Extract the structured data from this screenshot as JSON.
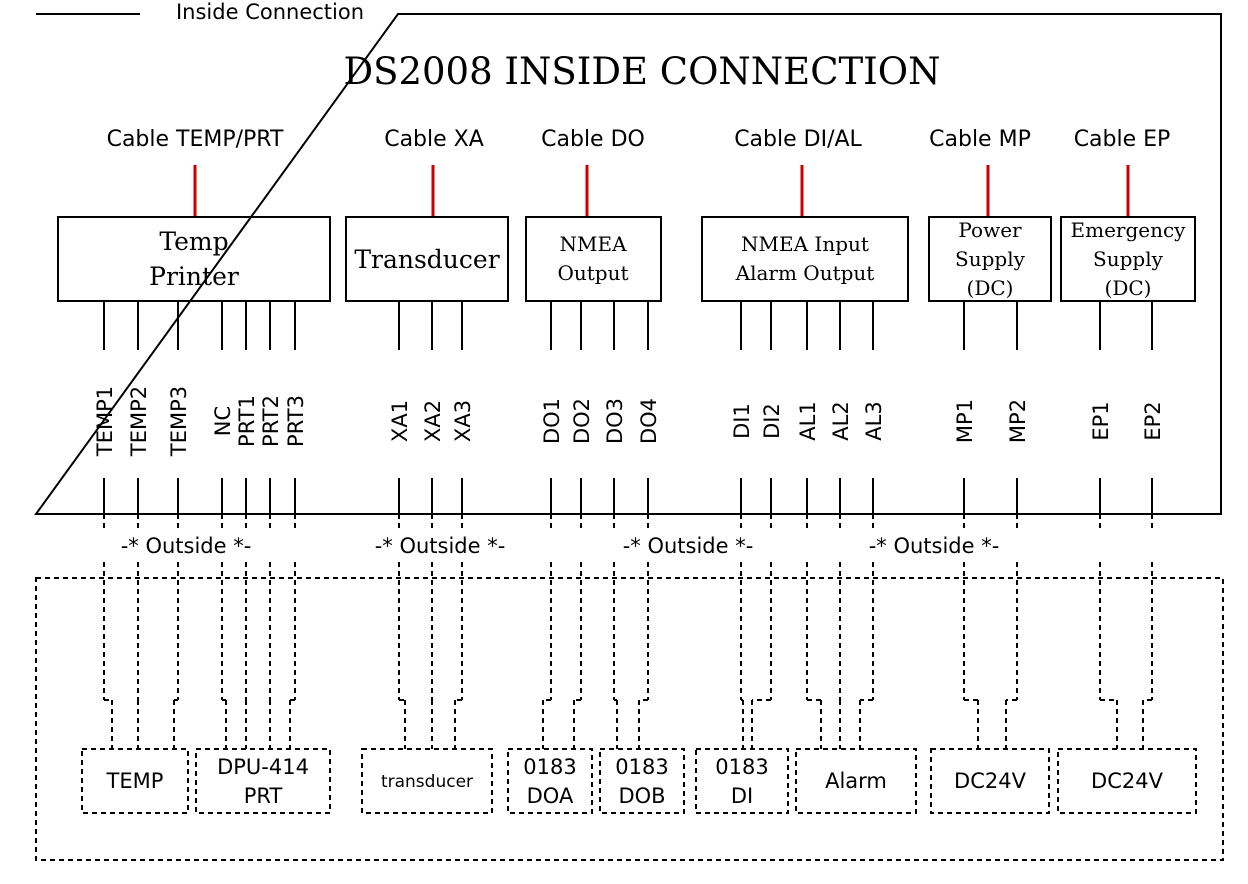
{
  "frame_label": "Inside Connection",
  "title": "DS2008 INSIDE CONNECTION",
  "cables": [
    {
      "label": "Cable TEMP/PRT",
      "box_lines": [
        "Temp",
        "Printer"
      ],
      "pins": [
        "TEMP1",
        "TEMP2",
        "TEMP3",
        "NC",
        "PRT1",
        "PRT2",
        "PRT3"
      ]
    },
    {
      "label": "Cable XA",
      "box_lines": [
        "Transducer"
      ],
      "pins": [
        "XA1",
        "XA2",
        "XA3"
      ]
    },
    {
      "label": "Cable DO",
      "box_lines": [
        "NMEA",
        "Output"
      ],
      "pins": [
        "DO1",
        "DO2",
        "DO3",
        "DO4"
      ]
    },
    {
      "label": "Cable DI/AL",
      "box_lines": [
        "NMEA Input",
        "Alarm Output"
      ],
      "pins": [
        "DI1",
        "DI2",
        "AL1",
        "AL2",
        "AL3"
      ]
    },
    {
      "label": "Cable MP",
      "box_lines": [
        "Power",
        "Supply",
        "(DC)"
      ],
      "pins": [
        "MP1",
        "MP2"
      ]
    },
    {
      "label": "Cable EP",
      "box_lines": [
        "Emergency",
        "Supply",
        "(DC)"
      ],
      "pins": [
        "EP1",
        "EP2"
      ]
    }
  ],
  "outside_label": "-* Outside *-",
  "outside_devices": [
    {
      "lines": [
        "TEMP"
      ]
    },
    {
      "lines": [
        "DPU-414",
        "PRT"
      ]
    },
    {
      "lines": [
        "transducer"
      ]
    },
    {
      "lines": [
        "0183",
        "DOA"
      ]
    },
    {
      "lines": [
        "0183",
        "DOB"
      ]
    },
    {
      "lines": [
        "0183",
        "DI"
      ]
    },
    {
      "lines": [
        "Alarm"
      ]
    },
    {
      "lines": [
        "DC24V"
      ]
    },
    {
      "lines": [
        "DC24V"
      ]
    }
  ],
  "colors": {
    "line": "#000000",
    "cable_stub": "#cc0000",
    "background": "#ffffff"
  }
}
